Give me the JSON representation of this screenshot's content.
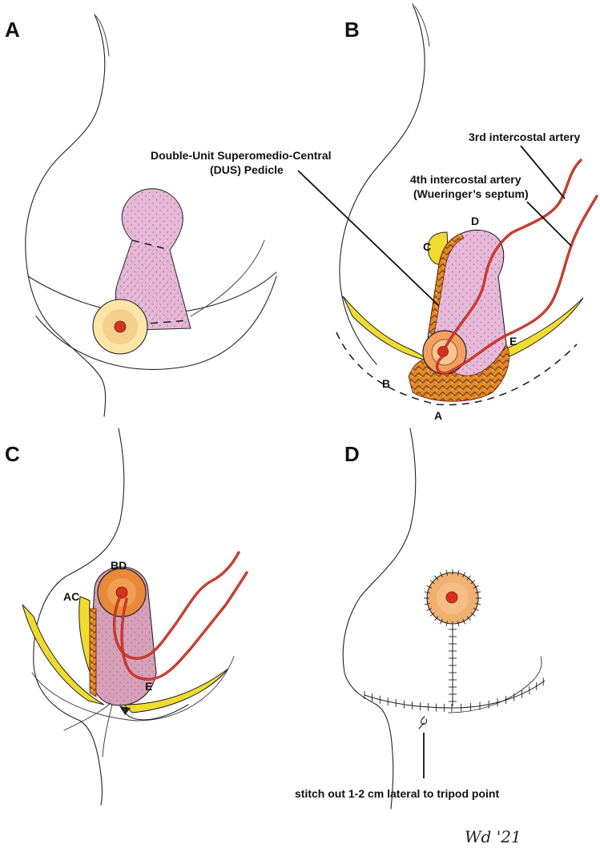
{
  "panels": {
    "a": {
      "letter": "A"
    },
    "b": {
      "letter": "B",
      "pedicle_label_line1": "Double-Unit Superomedio-Central",
      "pedicle_label_line2": "(DUS) Pedicle",
      "artery3_label": "3rd intercostal artery",
      "artery4_label_line1": "4th intercostal artery",
      "artery4_label_line2": "(Wueringer’s septum)",
      "points": {
        "a": "A",
        "b": "B",
        "c": "C",
        "d": "D",
        "e": "E"
      }
    },
    "c": {
      "letter": "C",
      "points": {
        "ac": "AC",
        "bd": "BD",
        "e": "E"
      }
    },
    "d": {
      "letter": "D",
      "stitch_label": "stitch out 1-2 cm lateral to tripod point"
    }
  },
  "signature": "Wd '21",
  "colors": {
    "pink_pedicle": "#e7b9d8",
    "areola": "#f2c07a",
    "nipple": "#d8321e",
    "yellow_fat": "#f0dc30",
    "artery": "#b01818",
    "deepithelialized": "#c9521e"
  }
}
